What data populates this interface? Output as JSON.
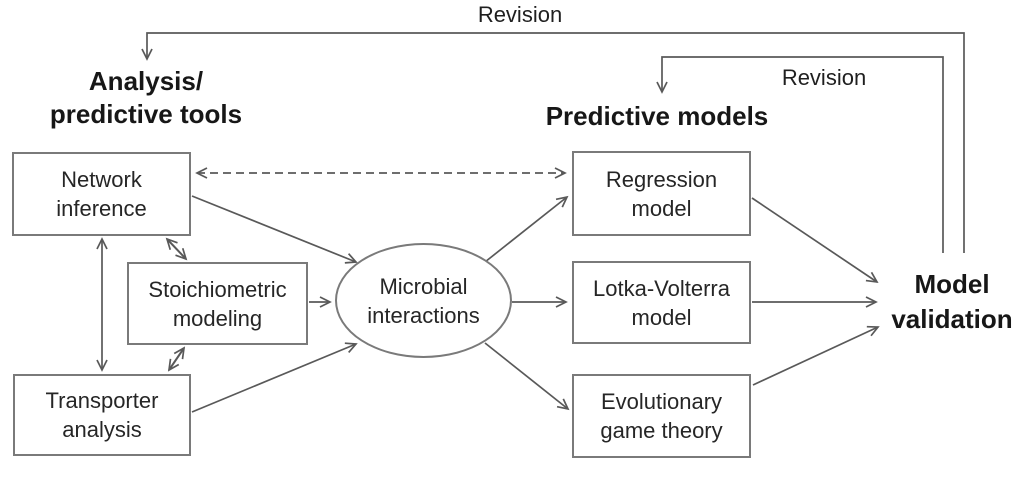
{
  "diagram": {
    "labels": {
      "revision_top": "Revision",
      "revision_inner": "Revision"
    },
    "headings": {
      "analysis_tools": "Analysis/\npredictive tools",
      "predictive_models": "Predictive models",
      "model_validation": "Model\nvalidation"
    },
    "nodes": {
      "network_inference": "Network\ninference",
      "stoichiometric_modeling": "Stoichiometric\nmodeling",
      "transporter_analysis": "Transporter\nanalysis",
      "microbial_interactions": "Microbial\ninteractions",
      "regression_model": "Regression\nmodel",
      "lotka_volterra_model": "Lotka-Volterra\nmodel",
      "evolutionary_game_theory": "Evolutionary\ngame theory"
    },
    "edges": [
      {
        "from": "model-validation",
        "to": "analysis-predictive-tools",
        "style": "solid-elbow",
        "label": "Revision",
        "arrowhead": "end"
      },
      {
        "from": "model-validation",
        "to": "predictive-models",
        "style": "solid-elbow",
        "label": "Revision",
        "arrowhead": "end"
      },
      {
        "from": "network-inference",
        "to": "regression-model",
        "style": "dashed",
        "arrowhead": "both"
      },
      {
        "from": "network-inference",
        "to": "transporter-analysis",
        "style": "solid",
        "arrowhead": "both"
      },
      {
        "from": "network-inference",
        "to": "stoichiometric-modeling",
        "style": "solid",
        "arrowhead": "both"
      },
      {
        "from": "stoichiometric-modeling",
        "to": "transporter-analysis",
        "style": "solid",
        "arrowhead": "both"
      },
      {
        "from": "network-inference",
        "to": "microbial-interactions",
        "style": "solid",
        "arrowhead": "end"
      },
      {
        "from": "stoichiometric-modeling",
        "to": "microbial-interactions",
        "style": "solid",
        "arrowhead": "end"
      },
      {
        "from": "transporter-analysis",
        "to": "microbial-interactions",
        "style": "solid",
        "arrowhead": "end"
      },
      {
        "from": "microbial-interactions",
        "to": "regression-model",
        "style": "solid",
        "arrowhead": "end"
      },
      {
        "from": "microbial-interactions",
        "to": "lotka-volterra-model",
        "style": "solid",
        "arrowhead": "end"
      },
      {
        "from": "microbial-interactions",
        "to": "evolutionary-game-theory",
        "style": "solid",
        "arrowhead": "end"
      },
      {
        "from": "regression-model",
        "to": "model-validation",
        "style": "solid",
        "arrowhead": "end"
      },
      {
        "from": "lotka-volterra-model",
        "to": "model-validation",
        "style": "solid",
        "arrowhead": "end"
      },
      {
        "from": "evolutionary-game-theory",
        "to": "model-validation",
        "style": "solid",
        "arrowhead": "end"
      }
    ],
    "colors": {
      "line": "#595959",
      "box_border": "#7a7a7a",
      "heading_text": "#171717",
      "node_text": "#262626",
      "background": "#ffffff"
    }
  }
}
